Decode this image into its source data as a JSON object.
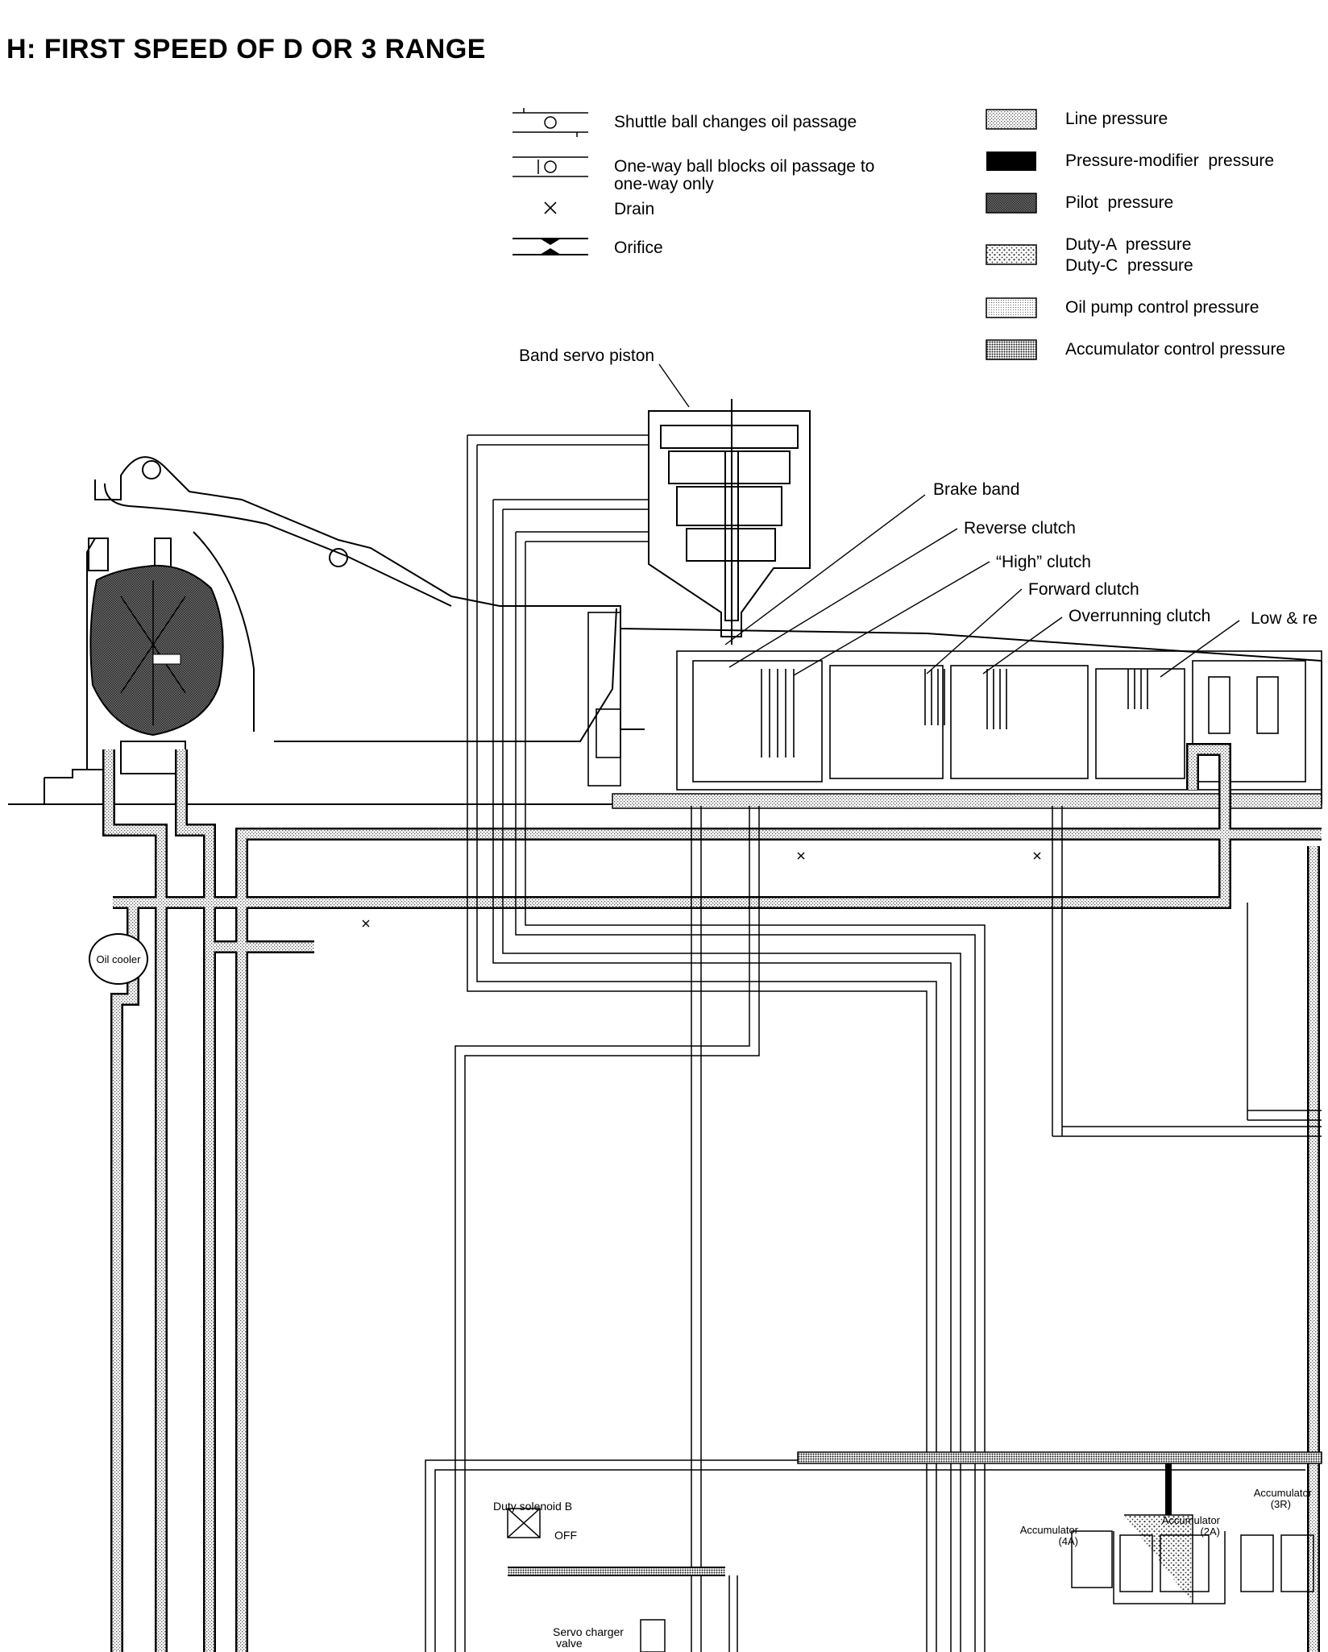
{
  "title": "H: FIRST SPEED OF D OR 3 RANGE",
  "legend_symbols": [
    {
      "label": "Shuttle ball changes oil passage",
      "icon": "shuttle-ball-icon"
    },
    {
      "label": "One-way ball blocks oil passage to one-way only",
      "icon": "one-way-ball-icon"
    },
    {
      "label": "Drain",
      "icon": "drain-icon"
    },
    {
      "label": "Orifice",
      "icon": "orifice-icon"
    }
  ],
  "legend_pressures": [
    {
      "label": "Line pressure",
      "pattern": "light-stipple"
    },
    {
      "label": "Pressure-modifier  pressure",
      "pattern": "solid-black"
    },
    {
      "label": "Pilot  pressure",
      "pattern": "dense-crosshatch"
    },
    {
      "label": "Duty-A  pressure",
      "label2": "Duty-C  pressure",
      "pattern": "sparse-dots"
    },
    {
      "label": "Oil pump control pressure",
      "pattern": "fine-stipple"
    },
    {
      "label": "Accumulator control pressure",
      "pattern": "dotted"
    }
  ],
  "components": {
    "band_servo_piston": "Band servo piston",
    "brake_band": "Brake band",
    "reverse_clutch": "Reverse clutch",
    "high_clutch": "“High” clutch",
    "forward_clutch": "Forward clutch",
    "overrunning_clutch": "Overrunning clutch",
    "low_reverse": "Low & re",
    "oil_cooler": "Oil cooler",
    "duty_solenoid_b": "Duty solenoid B",
    "duty_solenoid_b_state": "OFF",
    "servo_charger_valve_1": "Servo charger",
    "servo_charger_valve_2": "valve",
    "accumulator_4a_1": "Accumulator",
    "accumulator_4a_2": "(4A)",
    "accumulator_2a_1": "Accumulator",
    "accumulator_2a_2": "(2A)",
    "accumulator_3r_1": "Accumulator",
    "accumulator_3r_2": "(3R)"
  },
  "colors": {
    "line": "#000000",
    "background": "#ffffff",
    "stipple": "#8a8a8a"
  }
}
